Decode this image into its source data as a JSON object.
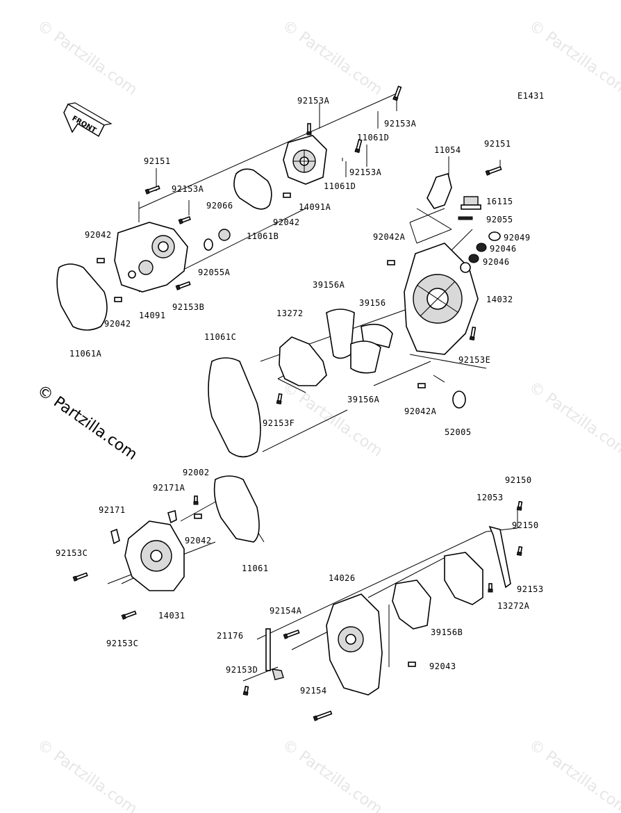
{
  "diagram": {
    "code": "E1431",
    "front_label": "FRONT",
    "watermark": "© Partzilla.com",
    "parts": [
      {
        "id": "p92153A_top",
        "label": "92153A"
      },
      {
        "id": "p92153A_r1",
        "label": "92153A"
      },
      {
        "id": "p11061D_1",
        "label": "11061D"
      },
      {
        "id": "p92153A_r2",
        "label": "92153A"
      },
      {
        "id": "p11061D_2",
        "label": "11061D"
      },
      {
        "id": "p11054",
        "label": "11054"
      },
      {
        "id": "p92151_r",
        "label": "92151"
      },
      {
        "id": "p92151_l",
        "label": "92151"
      },
      {
        "id": "p92153A_l",
        "label": "92153A"
      },
      {
        "id": "p92066",
        "label": "92066"
      },
      {
        "id": "p11061B",
        "label": "11061B"
      },
      {
        "id": "p92042_mid",
        "label": "92042"
      },
      {
        "id": "p14091A",
        "label": "14091A"
      },
      {
        "id": "p16115",
        "label": "16115"
      },
      {
        "id": "p92055",
        "label": "92055"
      },
      {
        "id": "p92042_l1",
        "label": "92042"
      },
      {
        "id": "p92055A",
        "label": "92055A"
      },
      {
        "id": "p92042A_1",
        "label": "92042A"
      },
      {
        "id": "p92049",
        "label": "92049"
      },
      {
        "id": "p92046_1",
        "label": "92046"
      },
      {
        "id": "p92046_2",
        "label": "92046"
      },
      {
        "id": "p39156A_1",
        "label": "39156A"
      },
      {
        "id": "p92153B",
        "label": "92153B"
      },
      {
        "id": "p14032",
        "label": "14032"
      },
      {
        "id": "p39156",
        "label": "39156"
      },
      {
        "id": "p13272",
        "label": "13272"
      },
      {
        "id": "p92042_l2",
        "label": "92042"
      },
      {
        "id": "p14091",
        "label": "14091"
      },
      {
        "id": "p11061C",
        "label": "11061C"
      },
      {
        "id": "p11061A",
        "label": "11061A"
      },
      {
        "id": "p92153E",
        "label": "92153E"
      },
      {
        "id": "p92153F",
        "label": "92153F"
      },
      {
        "id": "p39156A_2",
        "label": "39156A"
      },
      {
        "id": "p92042A_2",
        "label": "92042A"
      },
      {
        "id": "p52005",
        "label": "52005"
      },
      {
        "id": "p92002",
        "label": "92002"
      },
      {
        "id": "p92171A",
        "label": "92171A"
      },
      {
        "id": "p92171",
        "label": "92171"
      },
      {
        "id": "p92042_b",
        "label": "92042"
      },
      {
        "id": "p92153C_1",
        "label": "92153C"
      },
      {
        "id": "p11061",
        "label": "11061"
      },
      {
        "id": "p14031",
        "label": "14031"
      },
      {
        "id": "p92153C_2",
        "label": "92153C"
      },
      {
        "id": "p92150_1",
        "label": "92150"
      },
      {
        "id": "p12053",
        "label": "12053"
      },
      {
        "id": "p92150_2",
        "label": "92150"
      },
      {
        "id": "p14026",
        "label": "14026"
      },
      {
        "id": "p92153",
        "label": "92153"
      },
      {
        "id": "p13272A",
        "label": "13272A"
      },
      {
        "id": "p92154A",
        "label": "92154A"
      },
      {
        "id": "p39156B",
        "label": "39156B"
      },
      {
        "id": "p21176",
        "label": "21176"
      },
      {
        "id": "p92043",
        "label": "92043"
      },
      {
        "id": "p92153D",
        "label": "92153D"
      },
      {
        "id": "p92154",
        "label": "92154"
      }
    ]
  }
}
